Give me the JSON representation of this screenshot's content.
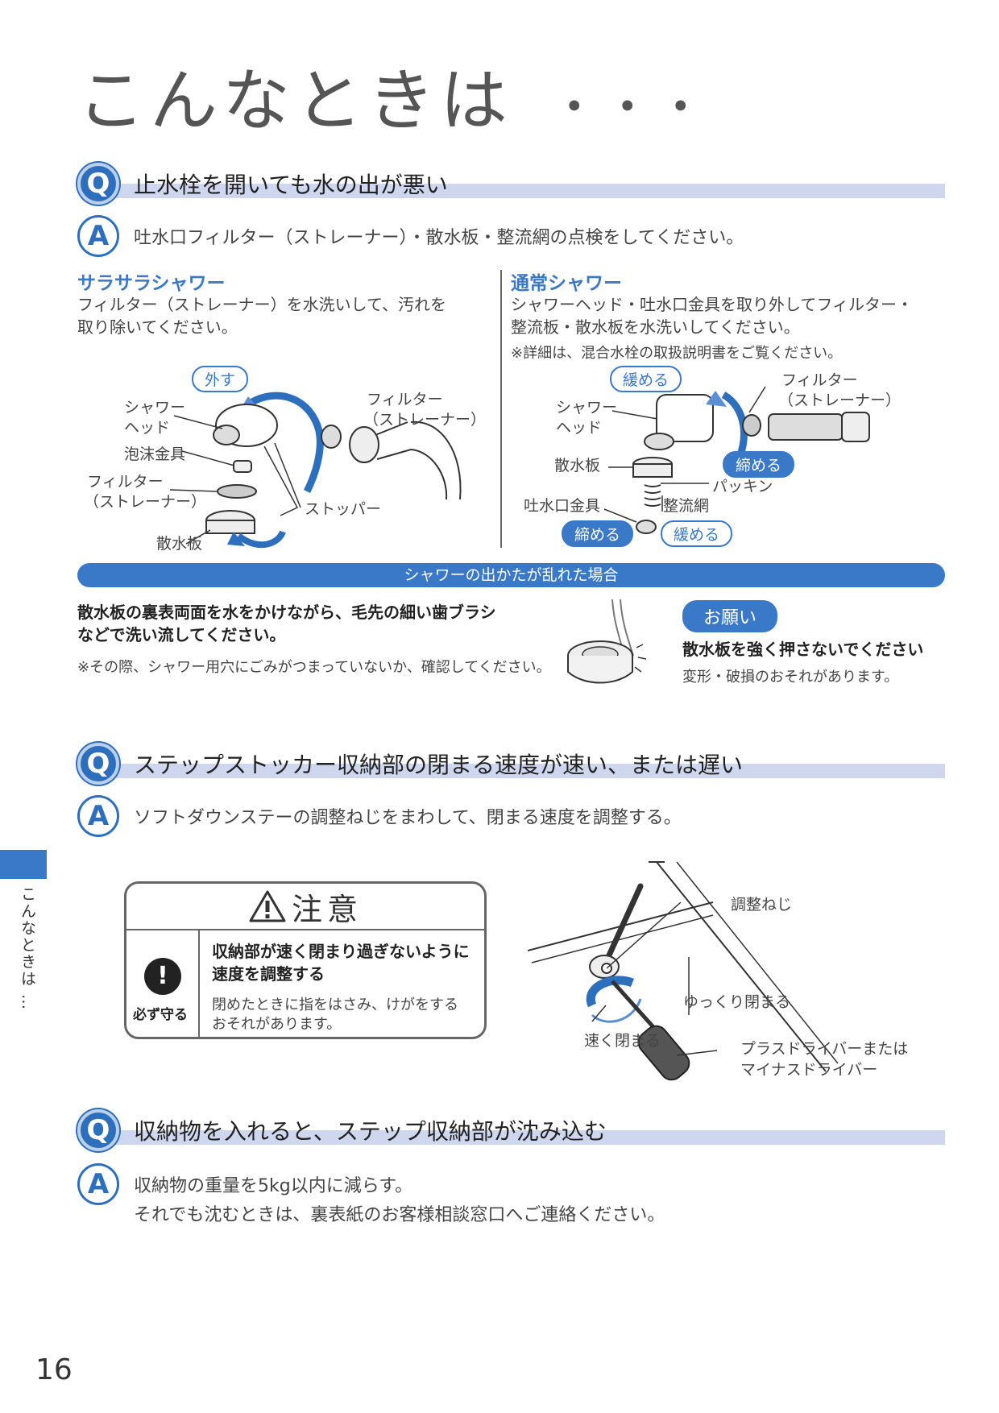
{
  "page": {
    "title": "こんなときは",
    "title_dots": "・・・",
    "page_number": "16",
    "side_label": "こんなときは …"
  },
  "badges": {
    "q": "Q",
    "a": "A"
  },
  "section1": {
    "question": "止水栓を開いても水の出が悪い",
    "answer": "吐水口フィルター（ストレーナー）・散水板・整流網の点検をしてください。",
    "left": {
      "heading": "サラサラシャワー",
      "body_line1": "フィルター（ストレーナー）を水洗いして、汚れを",
      "body_line2": "取り除いてください。",
      "pill_remove": "外す",
      "label_shower_head_1": "シャワー",
      "label_shower_head_2": "ヘッド",
      "label_foam": "泡沫金具",
      "label_filter_1": "フィルター",
      "label_filter_2": "（ストレーナー）",
      "label_plate": "散水板",
      "label_filter_r1": "フィルター",
      "label_filter_r2": "（ストレーナー）",
      "label_stopper": "ストッパー"
    },
    "right": {
      "heading": "通常シャワー",
      "body_line1": "シャワーヘッド・吐水口金具を取り外してフィルター・",
      "body_line2": "整流板・散水板を水洗いしてください。",
      "note": "※詳細は、混合水栓の取扱説明書をご覧ください。",
      "pill_loosen_top": "緩める",
      "pill_tighten_mid": "締める",
      "pill_tighten_bottom": "締める",
      "pill_loosen_bottom": "緩める",
      "label_shower_head_1": "シャワー",
      "label_shower_head_2": "ヘッド",
      "label_filter_1": "フィルター",
      "label_filter_2": "（ストレーナー）",
      "label_plate": "散水板",
      "label_packing": "パッキン",
      "label_outlet": "吐水口金具",
      "label_mesh": "整流網"
    },
    "banner": "シャワーの出かたが乱れた場合",
    "brush_line1": "散水板の裏表両面を水をかけながら、毛先の細い歯ブラシ",
    "brush_line2": "などで洗い流してください。",
    "brush_note": "※その際、シャワー用穴にごみがつまっていないか、確認してください。",
    "request_pill": "お願い",
    "request_bold": "散水板を強く押さないでください",
    "request_body": "変形・破損のおそれがあります。"
  },
  "section2": {
    "question": "ステップストッカー収納部の閉まる速度が速い、または遅い",
    "answer": "ソフトダウンステーの調整ねじをまわして、閉まる速度を調整する。",
    "caution": {
      "title": "注意",
      "must_label": "必ず守る",
      "bold_line1": "収納部が速く閉まり過ぎないように",
      "bold_line2": "速度を調整する",
      "body_line1": "閉めたときに指をはさみ、けがをする",
      "body_line2": "おそれがあります。"
    },
    "diagram": {
      "label_screw": "調整ねじ",
      "label_slow": "ゆっくり閉まる",
      "label_fast": "速く閉まる",
      "label_driver_1": "プラスドライバーまたは",
      "label_driver_2": "マイナスドライバー"
    }
  },
  "section3": {
    "question": "収納物を入れると、ステップ収納部が沈み込む",
    "answer_line1": "収納物の重量を5kg以内に減らす。",
    "answer_line2": "それでも沈むときは、裏表紙のお客様相談窓口へご連絡ください。"
  },
  "colors": {
    "accent_blue": "#3a78c8",
    "q_bar": "#cfd7ef",
    "heading_gray": "#555555"
  }
}
